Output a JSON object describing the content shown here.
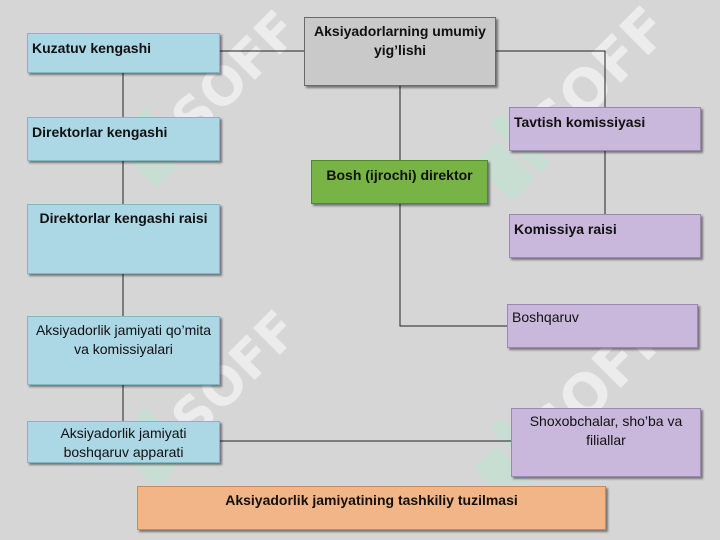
{
  "nodes": {
    "agm": "Aksiyadorlarning umumiy yig’lishi",
    "supervisory": "Kuzatuv kengashi",
    "board": "Direktorlar kengashi",
    "board_chair": "Direktorlar kengashi raisi",
    "committees": "Aksiyadorlik jamiyati qo’mita va komissiyalari",
    "management_apparatus": "Aksiyadorlik jamiyati boshqaruv apparati",
    "ceo": "Bosh (ijrochi) direktor",
    "audit_commission": "Tavtish komissiyasi",
    "commission_chair": "Komissiya raisi",
    "management": "Boshqaruv",
    "branches": "Shoxobchalar, sho’ba va filiallar"
  },
  "footer": "Aksiyadorlik jamiyatining tashkiliy tuzilmasi",
  "watermark": "SOFF",
  "colors": {
    "background": "#d6d6d6",
    "blue": "#acd7e5",
    "purple": "#c9b8dc",
    "gray": "#c9c9c9",
    "green": "#77b445",
    "orange": "#f1b588",
    "watermark": "#bfe6d0"
  }
}
